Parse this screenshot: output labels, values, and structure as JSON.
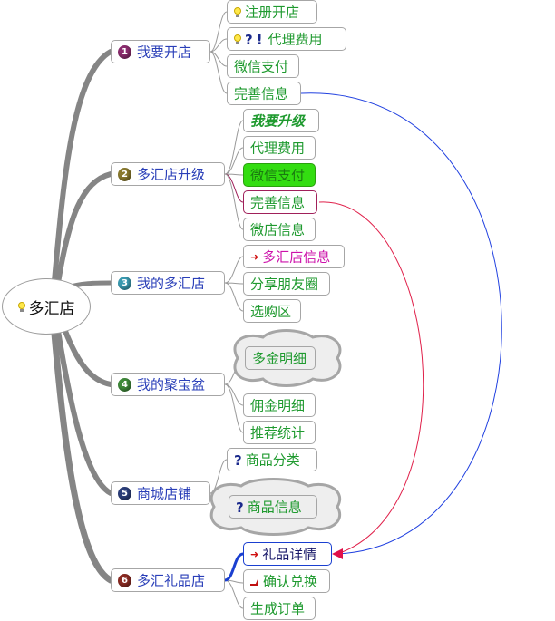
{
  "root": {
    "label": "多汇店",
    "icon": "lightbulb-icon"
  },
  "branches": [
    {
      "num": "1",
      "color": "#8b2c6e",
      "label": "我要开店",
      "children": [
        {
          "label": "注册开店",
          "icon": "lightbulb-icon"
        },
        {
          "label": "代理费用",
          "icons": [
            "lightbulb-icon",
            "question-icon",
            "exclamation-icon"
          ]
        },
        {
          "label": "微信支付"
        },
        {
          "label": "完善信息"
        }
      ]
    },
    {
      "num": "2",
      "color": "#8a7a2e",
      "label": "多汇店升级",
      "children": [
        {
          "label": "我要升级",
          "style": "bold-italic"
        },
        {
          "label": "代理费用"
        },
        {
          "label": "微信支付",
          "highlight": "#33dd11"
        },
        {
          "label": "完善信息"
        },
        {
          "label": "微店信息"
        }
      ]
    },
    {
      "num": "3",
      "color": "#3a9ab0",
      "label": "我的多汇店",
      "children": [
        {
          "label": "多汇店信息",
          "icon": "red-arrow-icon",
          "color": "#cc11aa"
        },
        {
          "label": "分享朋友圈"
        },
        {
          "label": "选购区"
        }
      ]
    },
    {
      "num": "4",
      "color": "#3f8a3a",
      "label": "我的聚宝盆",
      "children": [
        {
          "label": "多金明细",
          "shape": "cloud"
        },
        {
          "label": "佣金明细"
        },
        {
          "label": "推荐统计"
        }
      ]
    },
    {
      "num": "5",
      "color": "#2c3e7a",
      "label": "商城店铺",
      "children": [
        {
          "label": "商品分类",
          "icon": "question-icon"
        },
        {
          "label": "商品信息",
          "icon": "question-icon",
          "shape": "cloud"
        }
      ]
    },
    {
      "num": "6",
      "color": "#8a2a22",
      "label": "多汇礼品店",
      "children": [
        {
          "label": "礼品详情",
          "icon": "red-arrow-icon",
          "selected": true
        },
        {
          "label": "确认兑换",
          "icon": "red-corner-icon"
        },
        {
          "label": "生成订单"
        }
      ]
    }
  ],
  "relationships": [
    {
      "from": "完善信息 (我要开店)",
      "to": "礼品详情",
      "color": "#2040e0"
    },
    {
      "from": "完善信息 (多汇店升级)",
      "to": "礼品详情",
      "color": "#e0204a"
    }
  ],
  "colors": {
    "branch_line": "#858585",
    "topic_text": "#2a3fb8",
    "subtopic_text": "#1f9a2f"
  }
}
